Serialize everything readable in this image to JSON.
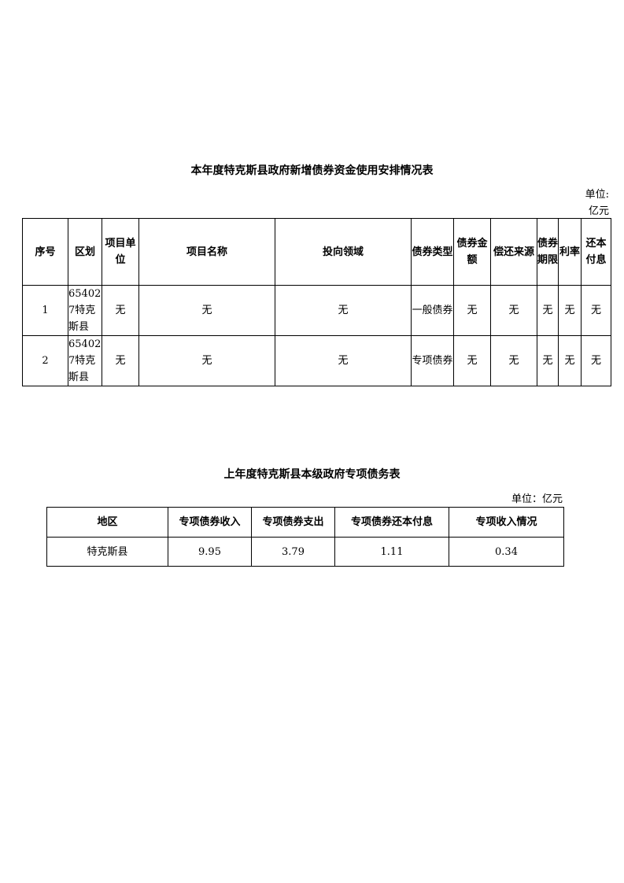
{
  "table1": {
    "title": "本年度特克斯县政府新增债券资金使用安排情况表",
    "unit_label": "单位:",
    "unit_value": "亿元",
    "headers": [
      "序号",
      "区划",
      "项目单位",
      "项目名称",
      "投向领域",
      "债券类型",
      "债券金额",
      "偿还来源",
      "债券期限",
      "利率",
      "还本付息"
    ],
    "rows": [
      [
        "1",
        "654027特克斯县",
        "无",
        "无",
        "无",
        "一般债券",
        "无",
        "无",
        "无",
        "无",
        "无"
      ],
      [
        "2",
        "654027特克斯县",
        "无",
        "无",
        "无",
        "专项债券",
        "无",
        "无",
        "无",
        "无",
        "无"
      ]
    ]
  },
  "table2": {
    "title": "上年度特克斯县本级政府专项债务表",
    "unit": "单位：亿元",
    "headers": [
      "地区",
      "专项债券收入",
      "专项债券支出",
      "专项债券还本付息",
      "专项收入情况"
    ],
    "rows": [
      [
        "特克斯县",
        "9.95",
        "3.79",
        "1.11",
        "0.34"
      ]
    ]
  }
}
